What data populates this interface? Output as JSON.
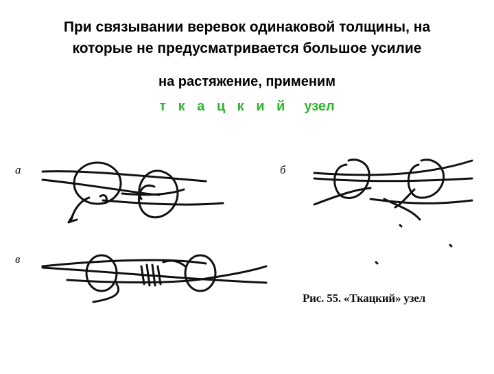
{
  "heading": {
    "line1": "При связывании веревок одинаковой толщины, на",
    "line2": "которые не предусматривается большое усилие",
    "line3": "на растяжение, применим",
    "knot_letters": "т к а ц к и й",
    "knot_word": "узел"
  },
  "accent_color": "#2db52d",
  "figure": {
    "panel_labels": [
      "а",
      "б",
      "в"
    ],
    "caption": "Рис. 55. «Ткацкий» узел"
  }
}
